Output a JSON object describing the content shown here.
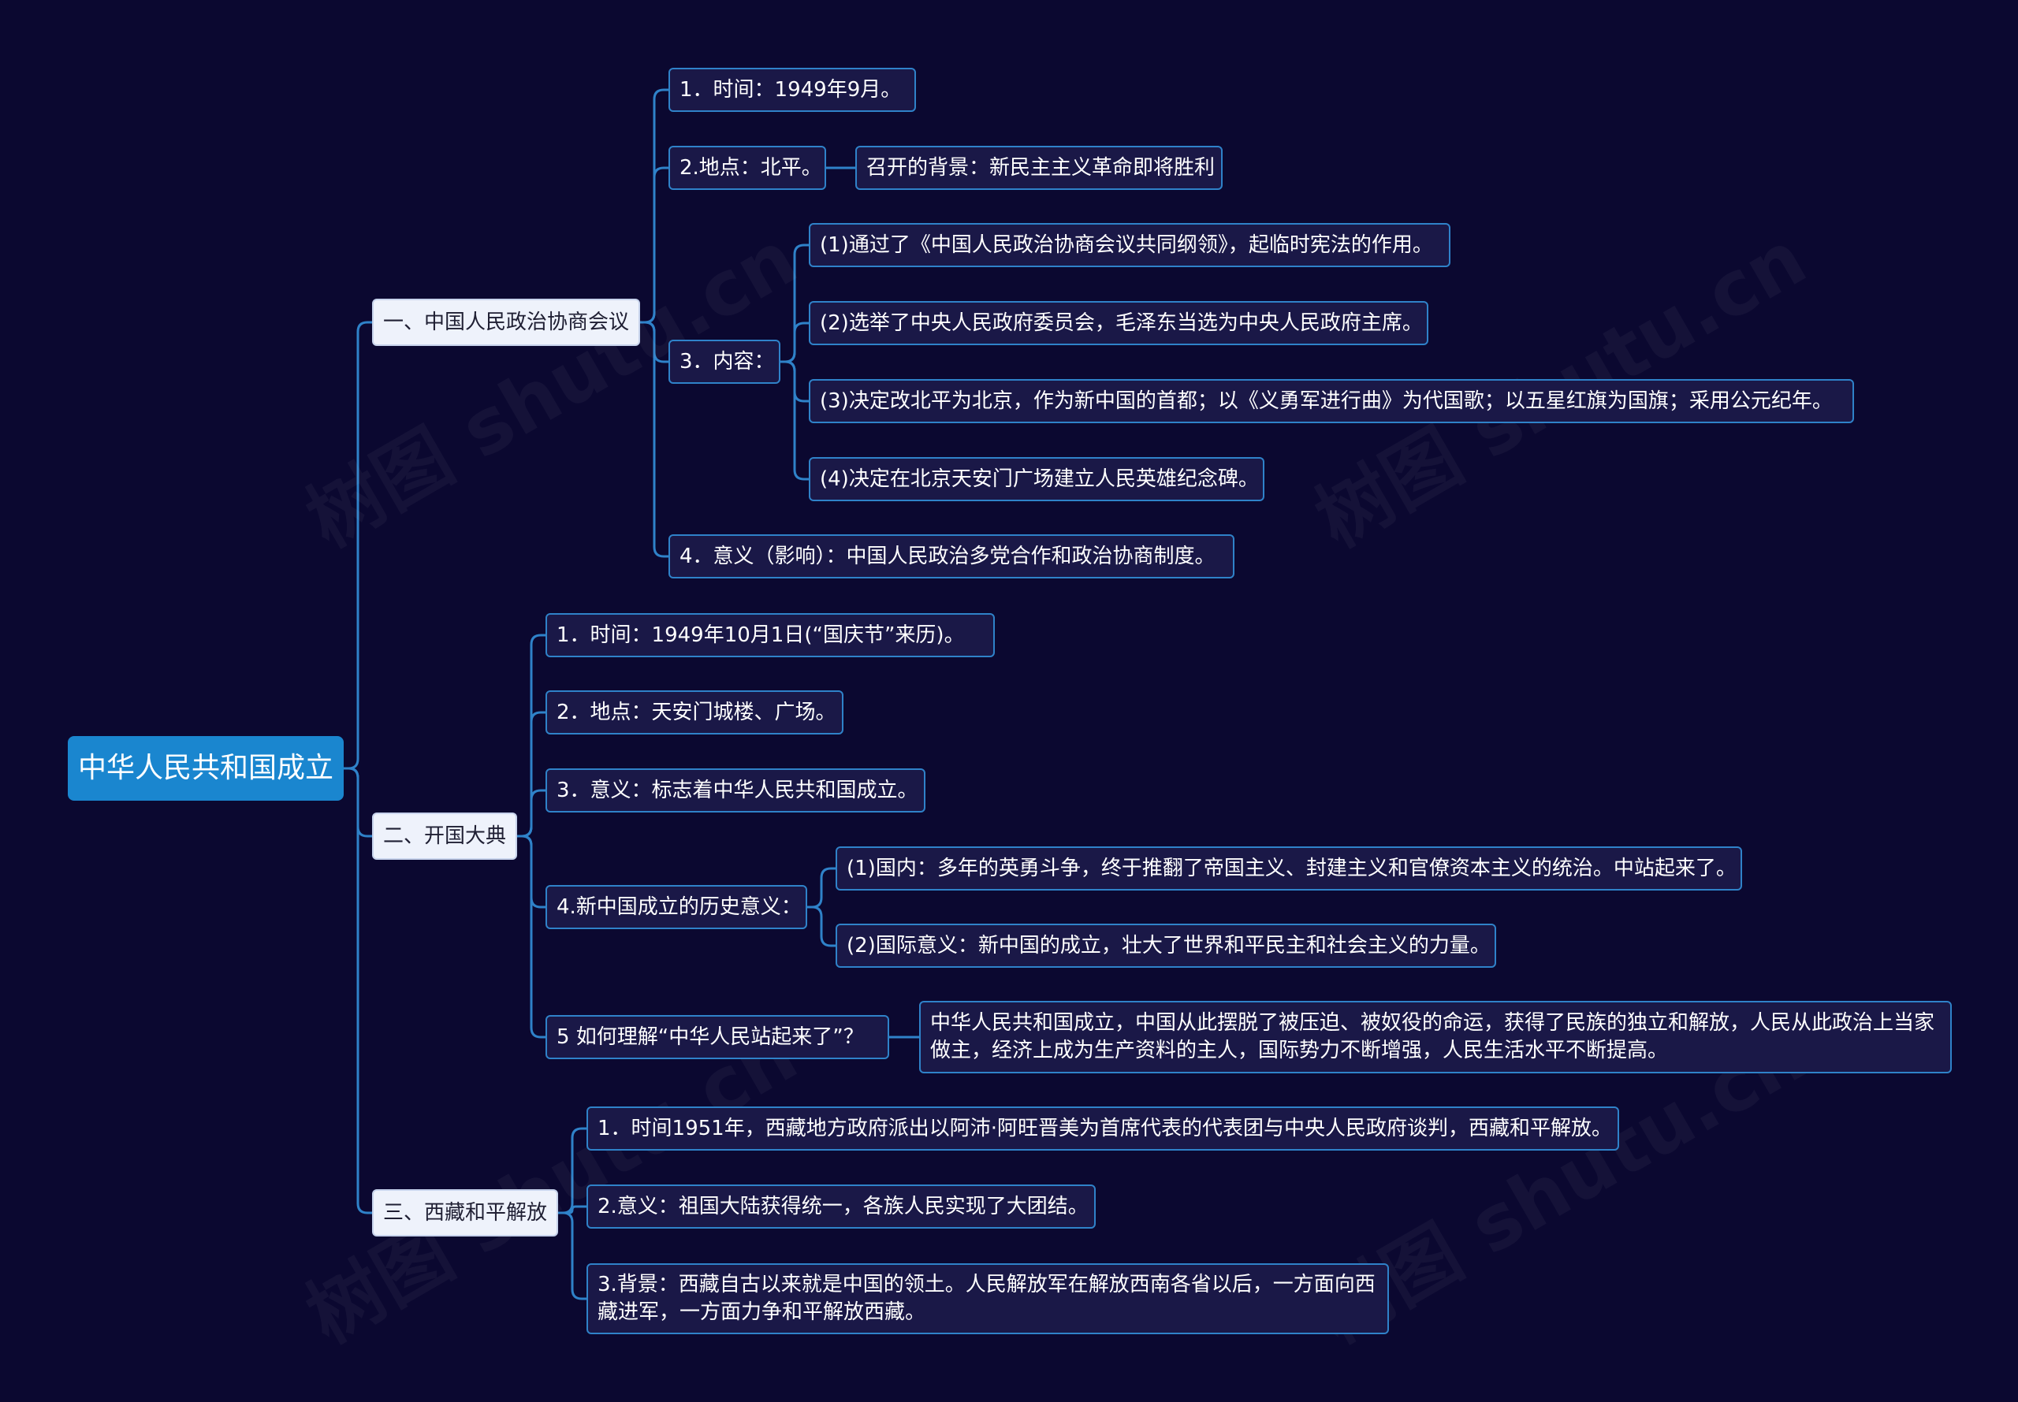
{
  "root": "中华人民共和国成立",
  "sections": [
    {
      "label": "一、中国人民政治协商会议",
      "items": [
        {
          "label": "1．时间：1949年9月。"
        },
        {
          "label": "2.地点：北平。",
          "children": [
            "召开的背景：新民主主义革命即将胜利"
          ]
        },
        {
          "label": "3．内容：",
          "children": [
            "(1)通过了《中国人民政治协商会议共同纲领》，起临时宪法的作用。",
            "(2)选举了中央人民政府委员会，毛泽东当选为中央人民政府主席。",
            "(3)决定改北平为北京，作为新中国的首都；以《义勇军进行曲》为代国歌；以五星红旗为国旗；采用公元纪年。",
            "(4)决定在北京天安门广场建立人民英雄纪念碑。"
          ]
        },
        {
          "label": "4．意义（影响）：中国人民政治多党合作和政治协商制度。"
        }
      ]
    },
    {
      "label": "二、开国大典",
      "items": [
        {
          "label": "1．时间：1949年10月1日(“国庆节”来历)。"
        },
        {
          "label": "2．地点：天安门城楼、广场。"
        },
        {
          "label": "3．意义：标志着中华人民共和国成立。"
        },
        {
          "label": "4.新中国成立的历史意义：",
          "children": [
            "(1)国内：多年的英勇斗争，终于推翻了帝国主义、封建主义和官僚资本主义的统治。中站起来了。",
            "(2)国际意义：新中国的成立，壮大了世界和平民主和社会主义的力量。"
          ]
        },
        {
          "label": "5 如何理解“中华人民站起来了”？",
          "children": [
            "中华人民共和国成立，中国从此摆脱了被压迫、被奴役的命运，获得了民族的独立和解放，人民从此政治上当家做主，经济上成为生产资料的主人，国际势力不断增强，人民生活水平不断提高。"
          ]
        }
      ]
    },
    {
      "label": "三、西藏和平解放",
      "items": [
        {
          "label": "1．时间1951年，西藏地方政府派出以阿沛·阿旺晋美为首席代表的代表团与中央人民政府谈判，西藏和平解放。"
        },
        {
          "label": "2.意义：祖国大陆获得统一，各族人民实现了大团结。"
        },
        {
          "label": "3.背景：西藏自古以来就是中国的领土。人民解放军在解放西南各省以后，一方面向西藏进军，一方面力争和平解放西藏。"
        }
      ]
    }
  ],
  "watermark": "树图 shutu.cn",
  "colors": {
    "background": "#0b0830",
    "root": "#1a86cf",
    "line": "#2f82c9",
    "node": "#1a1847"
  }
}
